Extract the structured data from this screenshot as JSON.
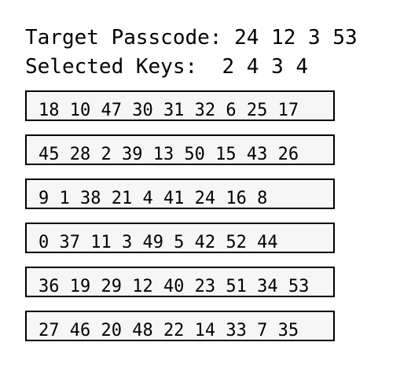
{
  "target": {
    "label": "Target Passcode:",
    "value": "24 12 3 53"
  },
  "selected": {
    "label": "Selected Keys:",
    "value": "2 4 3 4"
  },
  "rows": [
    "18 10 47 30 31 32 6 25 17",
    "45 28 2 39 13 50 15 43 26",
    "9 1 38 21 4 41 24 16 8",
    "0 37 11 3 49 5 42 52 44",
    "36 19 29 12 40 23 51 34 53",
    "27 46 20 48 22 14 33 7 35"
  ]
}
